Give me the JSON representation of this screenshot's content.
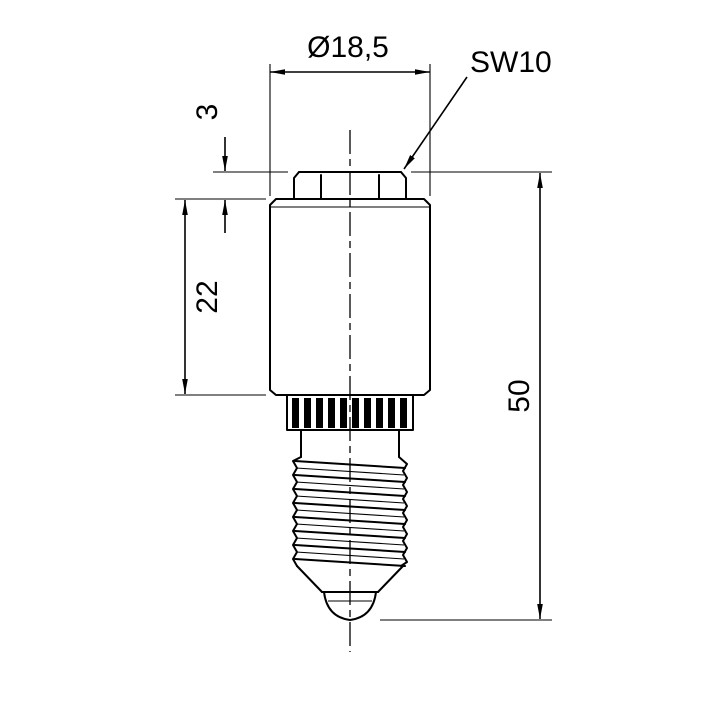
{
  "drawing": {
    "background": "#ffffff",
    "line_color": "#000000",
    "labels": {
      "diameter": "Ø18,5",
      "wrench": "SW10",
      "cap_height": "3",
      "body_height": "22",
      "overall_height": "50"
    }
  }
}
